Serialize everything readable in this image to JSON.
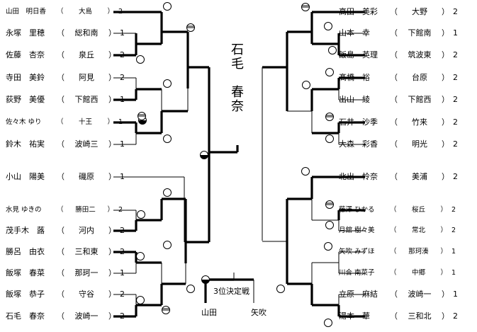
{
  "left": [
    {
      "name": "山田　明日香",
      "school": "大島",
      "wins": "2",
      "small": true
    },
    {
      "name": "永塚　里穂",
      "school": "総和南",
      "wins": "1"
    },
    {
      "name": "佐藤　杏奈",
      "school": "泉丘",
      "wins": "2"
    },
    {
      "name": "寺田　美鈴",
      "school": "阿見",
      "wins": "2"
    },
    {
      "name": "荻野　美優",
      "school": "下館西",
      "wins": "1"
    },
    {
      "name": "佐々木 ゆり",
      "school": "十王",
      "wins": "1",
      "small": true
    },
    {
      "name": "鈴木　祐実",
      "school": "波崎三",
      "wins": "1"
    },
    {
      "name": "小山　陽美",
      "school": "磯原",
      "wins": "1"
    },
    {
      "name": "水見 ゆきの",
      "school": "勝田二",
      "wins": "2",
      "small": true
    },
    {
      "name": "茂手木　蕗",
      "school": "河内",
      "wins": "2"
    },
    {
      "name": "勝呂　由衣",
      "school": "三和東",
      "wins": "2"
    },
    {
      "name": "飯塚　春菜",
      "school": "那珂一",
      "wins": "1"
    },
    {
      "name": "飯塚　恭子",
      "school": "守谷",
      "wins": "2"
    },
    {
      "name": "石毛　春奈",
      "school": "波崎一",
      "wins": "2"
    }
  ],
  "right": [
    {
      "name": "高田　美彩",
      "school": "大野",
      "wins": "2"
    },
    {
      "name": "山本　幸",
      "school": "下館南",
      "wins": "1"
    },
    {
      "name": "飯島　英理",
      "school": "筑波東",
      "wins": "2"
    },
    {
      "name": "髙橋　裕",
      "school": "台原",
      "wins": "2"
    },
    {
      "name": "出山　綾",
      "school": "下館西",
      "wins": "2"
    },
    {
      "name": "石井　沙季",
      "school": "竹来",
      "wins": "2"
    },
    {
      "name": "大森　彩香",
      "school": "明光",
      "wins": "2"
    },
    {
      "name": "北出　怜奈",
      "school": "美浦",
      "wins": "2"
    },
    {
      "name": "藤澤 ひかる",
      "school": "桜丘",
      "wins": "2",
      "small": true
    },
    {
      "name": "月舘 樹々美",
      "school": "常北",
      "wins": "2",
      "small": true
    },
    {
      "name": "矢吹 みずほ",
      "school": "那珂湊",
      "wins": "1",
      "small": true
    },
    {
      "name": "川合 南菜子",
      "school": "中郷",
      "wins": "1",
      "small": true
    },
    {
      "name": "立原　麻結",
      "school": "波崎一",
      "wins": "1"
    },
    {
      "name": "湯本　華",
      "school": "三和北",
      "wins": "2"
    }
  ],
  "champion": "石毛　春奈",
  "third_place": {
    "label": "3位決定戦",
    "left": "山田",
    "right": "矢吹"
  }
}
